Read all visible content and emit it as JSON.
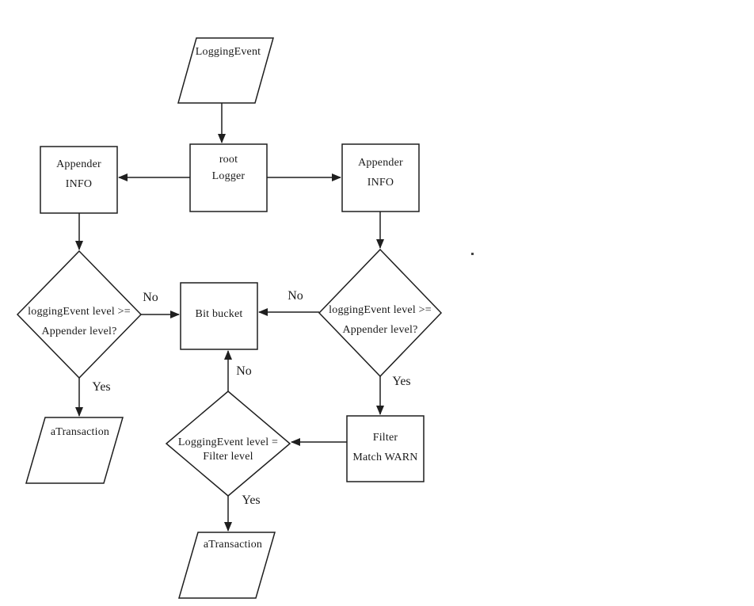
{
  "nodes": {
    "logging_event": {
      "shape": "parallelogram",
      "lines": [
        "LoggingEvent"
      ]
    },
    "root_logger": {
      "shape": "rect",
      "lines": [
        "root",
        "Logger"
      ]
    },
    "appender_left": {
      "shape": "rect",
      "lines": [
        "Appender",
        "INFO"
      ]
    },
    "appender_right": {
      "shape": "rect",
      "lines": [
        "Appender",
        "INFO"
      ]
    },
    "decision_appender_left": {
      "shape": "diamond",
      "lines": [
        "loggingEvent level >=",
        "Appender level?"
      ]
    },
    "bit_bucket": {
      "shape": "rect",
      "lines": [
        "Bit bucket"
      ]
    },
    "decision_appender_right": {
      "shape": "diamond",
      "lines": [
        "loggingEvent level >=",
        "Appender level?"
      ]
    },
    "filter": {
      "shape": "rect",
      "lines": [
        "Filter",
        "Match WARN"
      ]
    },
    "decision_filter": {
      "shape": "diamond",
      "lines": [
        "LoggingEvent level =",
        "Filter level"
      ]
    },
    "transaction_left": {
      "shape": "parallelogram",
      "lines": [
        "aTransaction"
      ]
    },
    "transaction_bottom": {
      "shape": "parallelogram",
      "lines": [
        "aTransaction"
      ]
    }
  },
  "edge_labels": {
    "left_no": "No",
    "left_yes": "Yes",
    "right_no": "No",
    "right_yes": "Yes",
    "middle_no": "No",
    "bottom_yes": "Yes"
  },
  "colors": {
    "background": "#ffffff",
    "stroke": "#1f1f1f",
    "text": "#1a1a1a"
  }
}
